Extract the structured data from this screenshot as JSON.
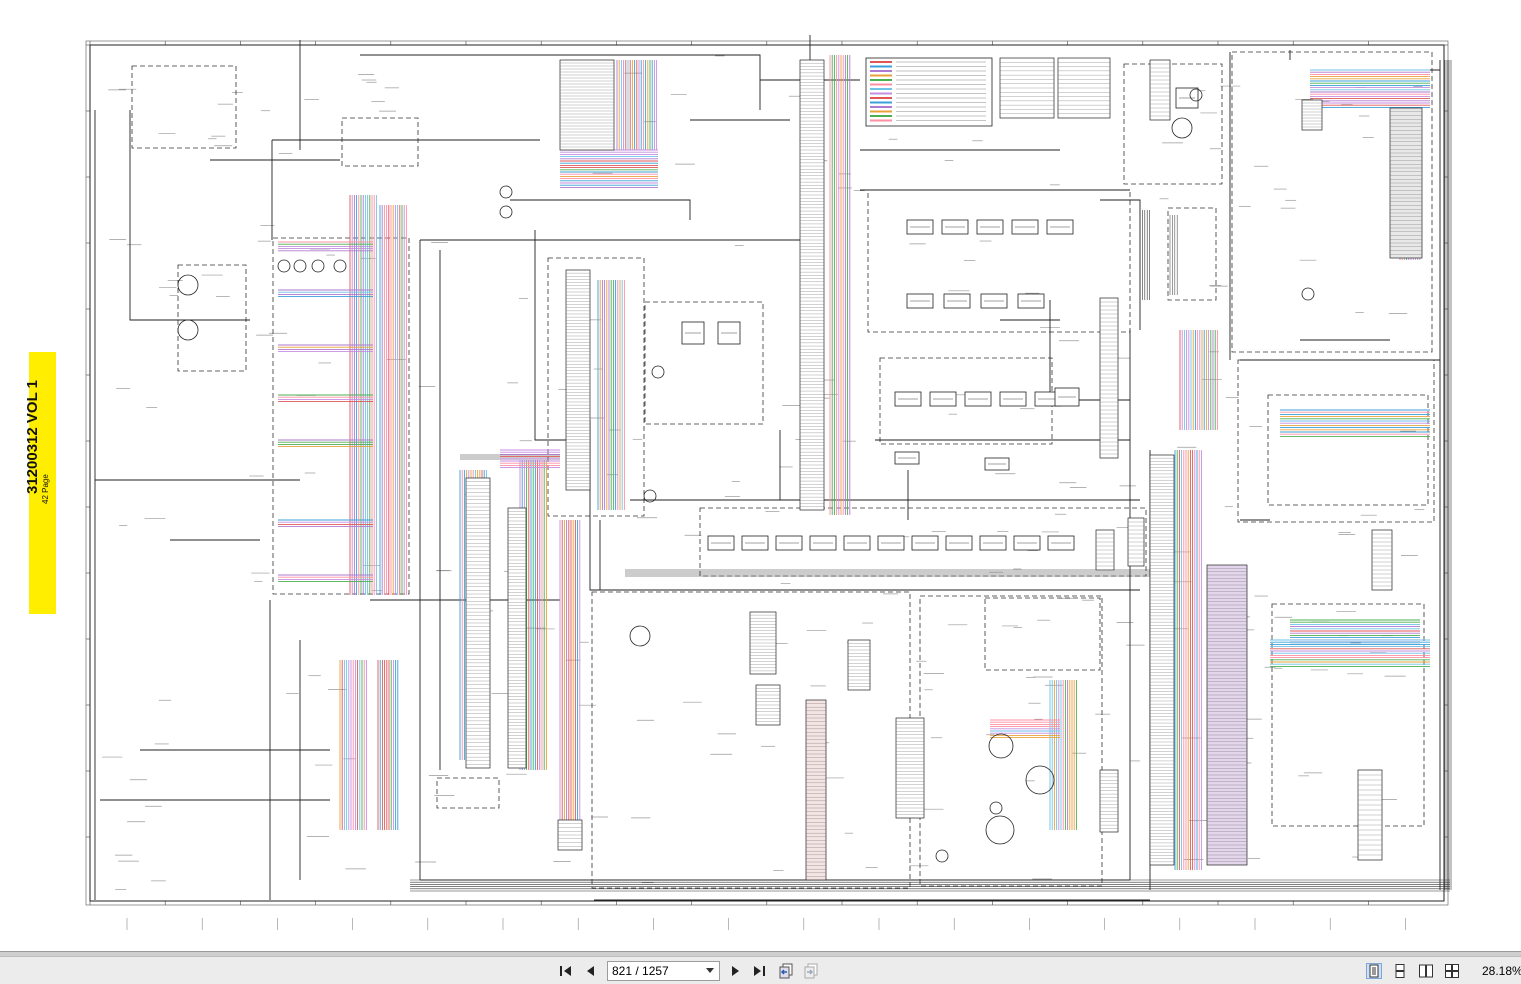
{
  "document": {
    "volume_label": "31200312 VOL 1",
    "page_note": "42 Page"
  },
  "toolbar": {
    "current_page": "821 / 1257",
    "zoom": "28.18%",
    "icons": {
      "first": "first-page-icon",
      "prev": "previous-page-icon",
      "next": "next-page-icon",
      "last": "last-page-icon",
      "back": "previous-view-icon",
      "forward": "next-view-icon",
      "single": "single-page-view-icon",
      "continuous": "continuous-view-icon",
      "facing": "facing-view-icon",
      "facing_cont": "continuous-facing-view-icon"
    }
  },
  "colors": {
    "label_bg": "#ffee00",
    "toolbar_bg": "#ececec",
    "page_bg": "#ffffff"
  }
}
